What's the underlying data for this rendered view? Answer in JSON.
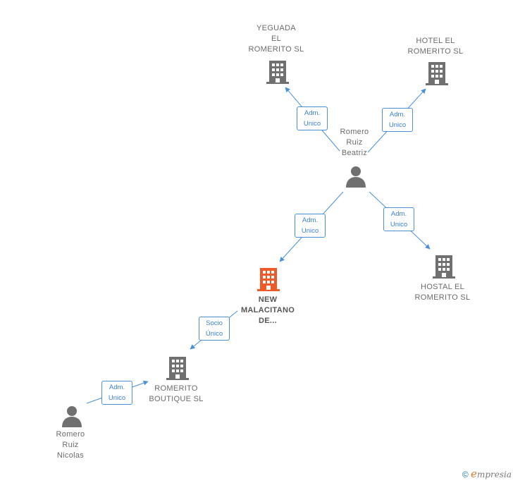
{
  "colors": {
    "edge": "#4a90d9",
    "company": "#707070",
    "company_highlight": "#f05a28",
    "person": "#707070",
    "label_box_border": "#4a90d9",
    "label_box_text": "#3a7fd0"
  },
  "nodes": {
    "yeguada": {
      "label": "YEGUADA\nEL\nROMERITO SL",
      "icon": "building-icon"
    },
    "hotel": {
      "label": "HOTEL EL\nROMERITO SL",
      "icon": "building-icon"
    },
    "beatriz": {
      "label": "Romero\nRuiz\nBeatriz",
      "icon": "person-icon"
    },
    "hostal": {
      "label": "HOSTAL EL\nROMERITO SL",
      "icon": "building-icon"
    },
    "new_malacitano": {
      "label": "NEW\nMALACITANO\nDE...",
      "icon": "building-icon"
    },
    "boutique": {
      "label": "ROMERITO\nBOUTIQUE SL",
      "icon": "building-icon"
    },
    "nicolas": {
      "label": "Romero\nRuiz\nNicolas",
      "icon": "person-icon"
    }
  },
  "edges": {
    "beatriz_yeguada": "Adm.\nUnico",
    "beatriz_hotel": "Adm.\nUnico",
    "beatriz_new": "Adm.\nUnico",
    "beatriz_hostal": "Adm.\nUnico",
    "new_boutique": "Socio\nÚnico",
    "nicolas_boutique": "Adm.\nUnico"
  },
  "footer": {
    "copyright": "©",
    "brand_initial": "e",
    "brand_rest": "mpresia"
  }
}
